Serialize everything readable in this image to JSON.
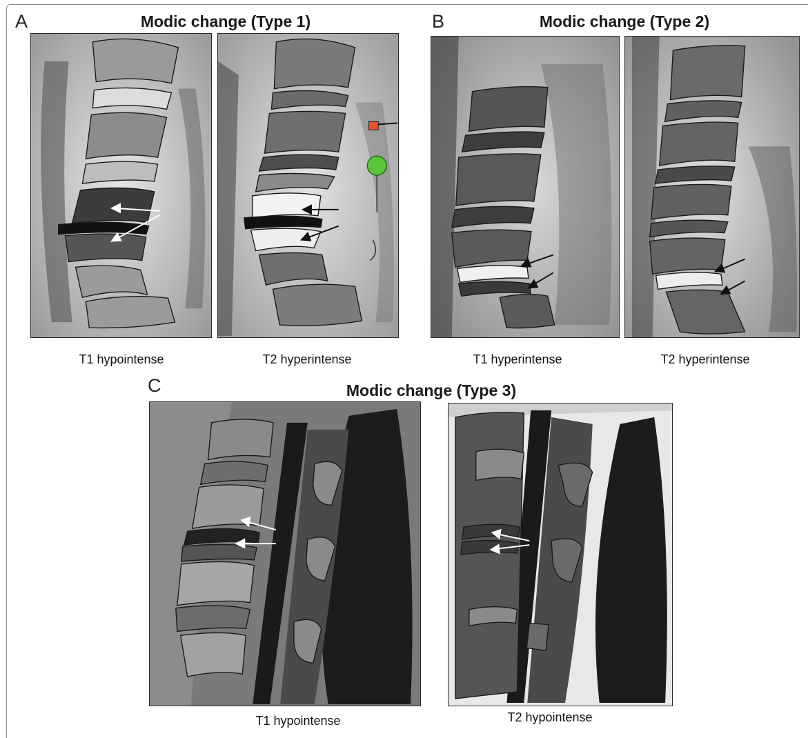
{
  "panels": {
    "a": {
      "letter": "A",
      "title": "Modic change (Type 1)",
      "left_caption": "T1 hypointense",
      "right_caption": "T2 hyperintense"
    },
    "b": {
      "letter": "B",
      "title": "Modic change (Type 2)",
      "left_caption": "T1 hyperintense",
      "right_caption": "T2 hyperintense"
    },
    "c": {
      "letter": "C",
      "title": "Modic change (Type 3)",
      "left_caption": "T1 hypointense",
      "right_caption": "T2 hypointense"
    }
  },
  "colors": {
    "arrow_white": "#ffffff",
    "arrow_black": "#111111",
    "watermark_green": "#5cc63a",
    "watermark_red": "#e4532c"
  }
}
